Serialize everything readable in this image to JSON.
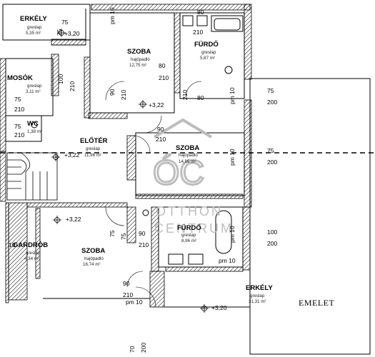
{
  "floor_label": "EMELET",
  "watermark": {
    "line1": "OTTHON",
    "line2": "CENTRUM",
    "logo": "ÓC"
  },
  "rooms": [
    {
      "name": "ERKÉLY",
      "floor": "greslap",
      "area": "5,35 m²"
    },
    {
      "name": "SZOBA",
      "floor": "hajópadló",
      "area": "12,75 m²"
    },
    {
      "name": "FÜRDŐ",
      "floor": "greslap",
      "area": "5,87 m²"
    },
    {
      "name": "MOSÓK",
      "floor": "greslap",
      "area": "3,11 m²"
    },
    {
      "name": "WC",
      "floor": "greslap",
      "area": "1,38 m²"
    },
    {
      "name": "ELŐTÉR",
      "floor": "greslap",
      "area": "11,96 m²"
    },
    {
      "name": "SZOBA",
      "floor": "hajópadló",
      "area": "14,85 m²"
    },
    {
      "name": "GARDRÓB",
      "floor": "greslap",
      "area": "4,34 m²"
    },
    {
      "name": "SZOBA",
      "floor": "hajópadló",
      "area": "16,74 m²"
    },
    {
      "name": "FÜRDŐ",
      "floor": "greslap",
      "area": "8,96 m²"
    },
    {
      "name": "ERKÉLY",
      "floor": "greslap",
      "area": "31,31 m²"
    }
  ],
  "levels": [
    "+3,20",
    "+3,22",
    "+3,22",
    "+3,22",
    "+3,20"
  ],
  "dimensions": [
    "75",
    "75",
    "75",
    "75",
    "80",
    "210",
    "80",
    "210",
    "90",
    "210",
    "100",
    "210",
    "75",
    "210",
    "75",
    "210",
    "90",
    "210",
    "80",
    "210",
    "90",
    "210",
    "100",
    "200",
    "75",
    "200",
    "75",
    "200",
    "90",
    "210",
    "70",
    "200",
    "10"
  ],
  "parapets": [
    "pm 10",
    "pm 10",
    "pm 10",
    "pm 10",
    "pm 10",
    "pm 10"
  ]
}
